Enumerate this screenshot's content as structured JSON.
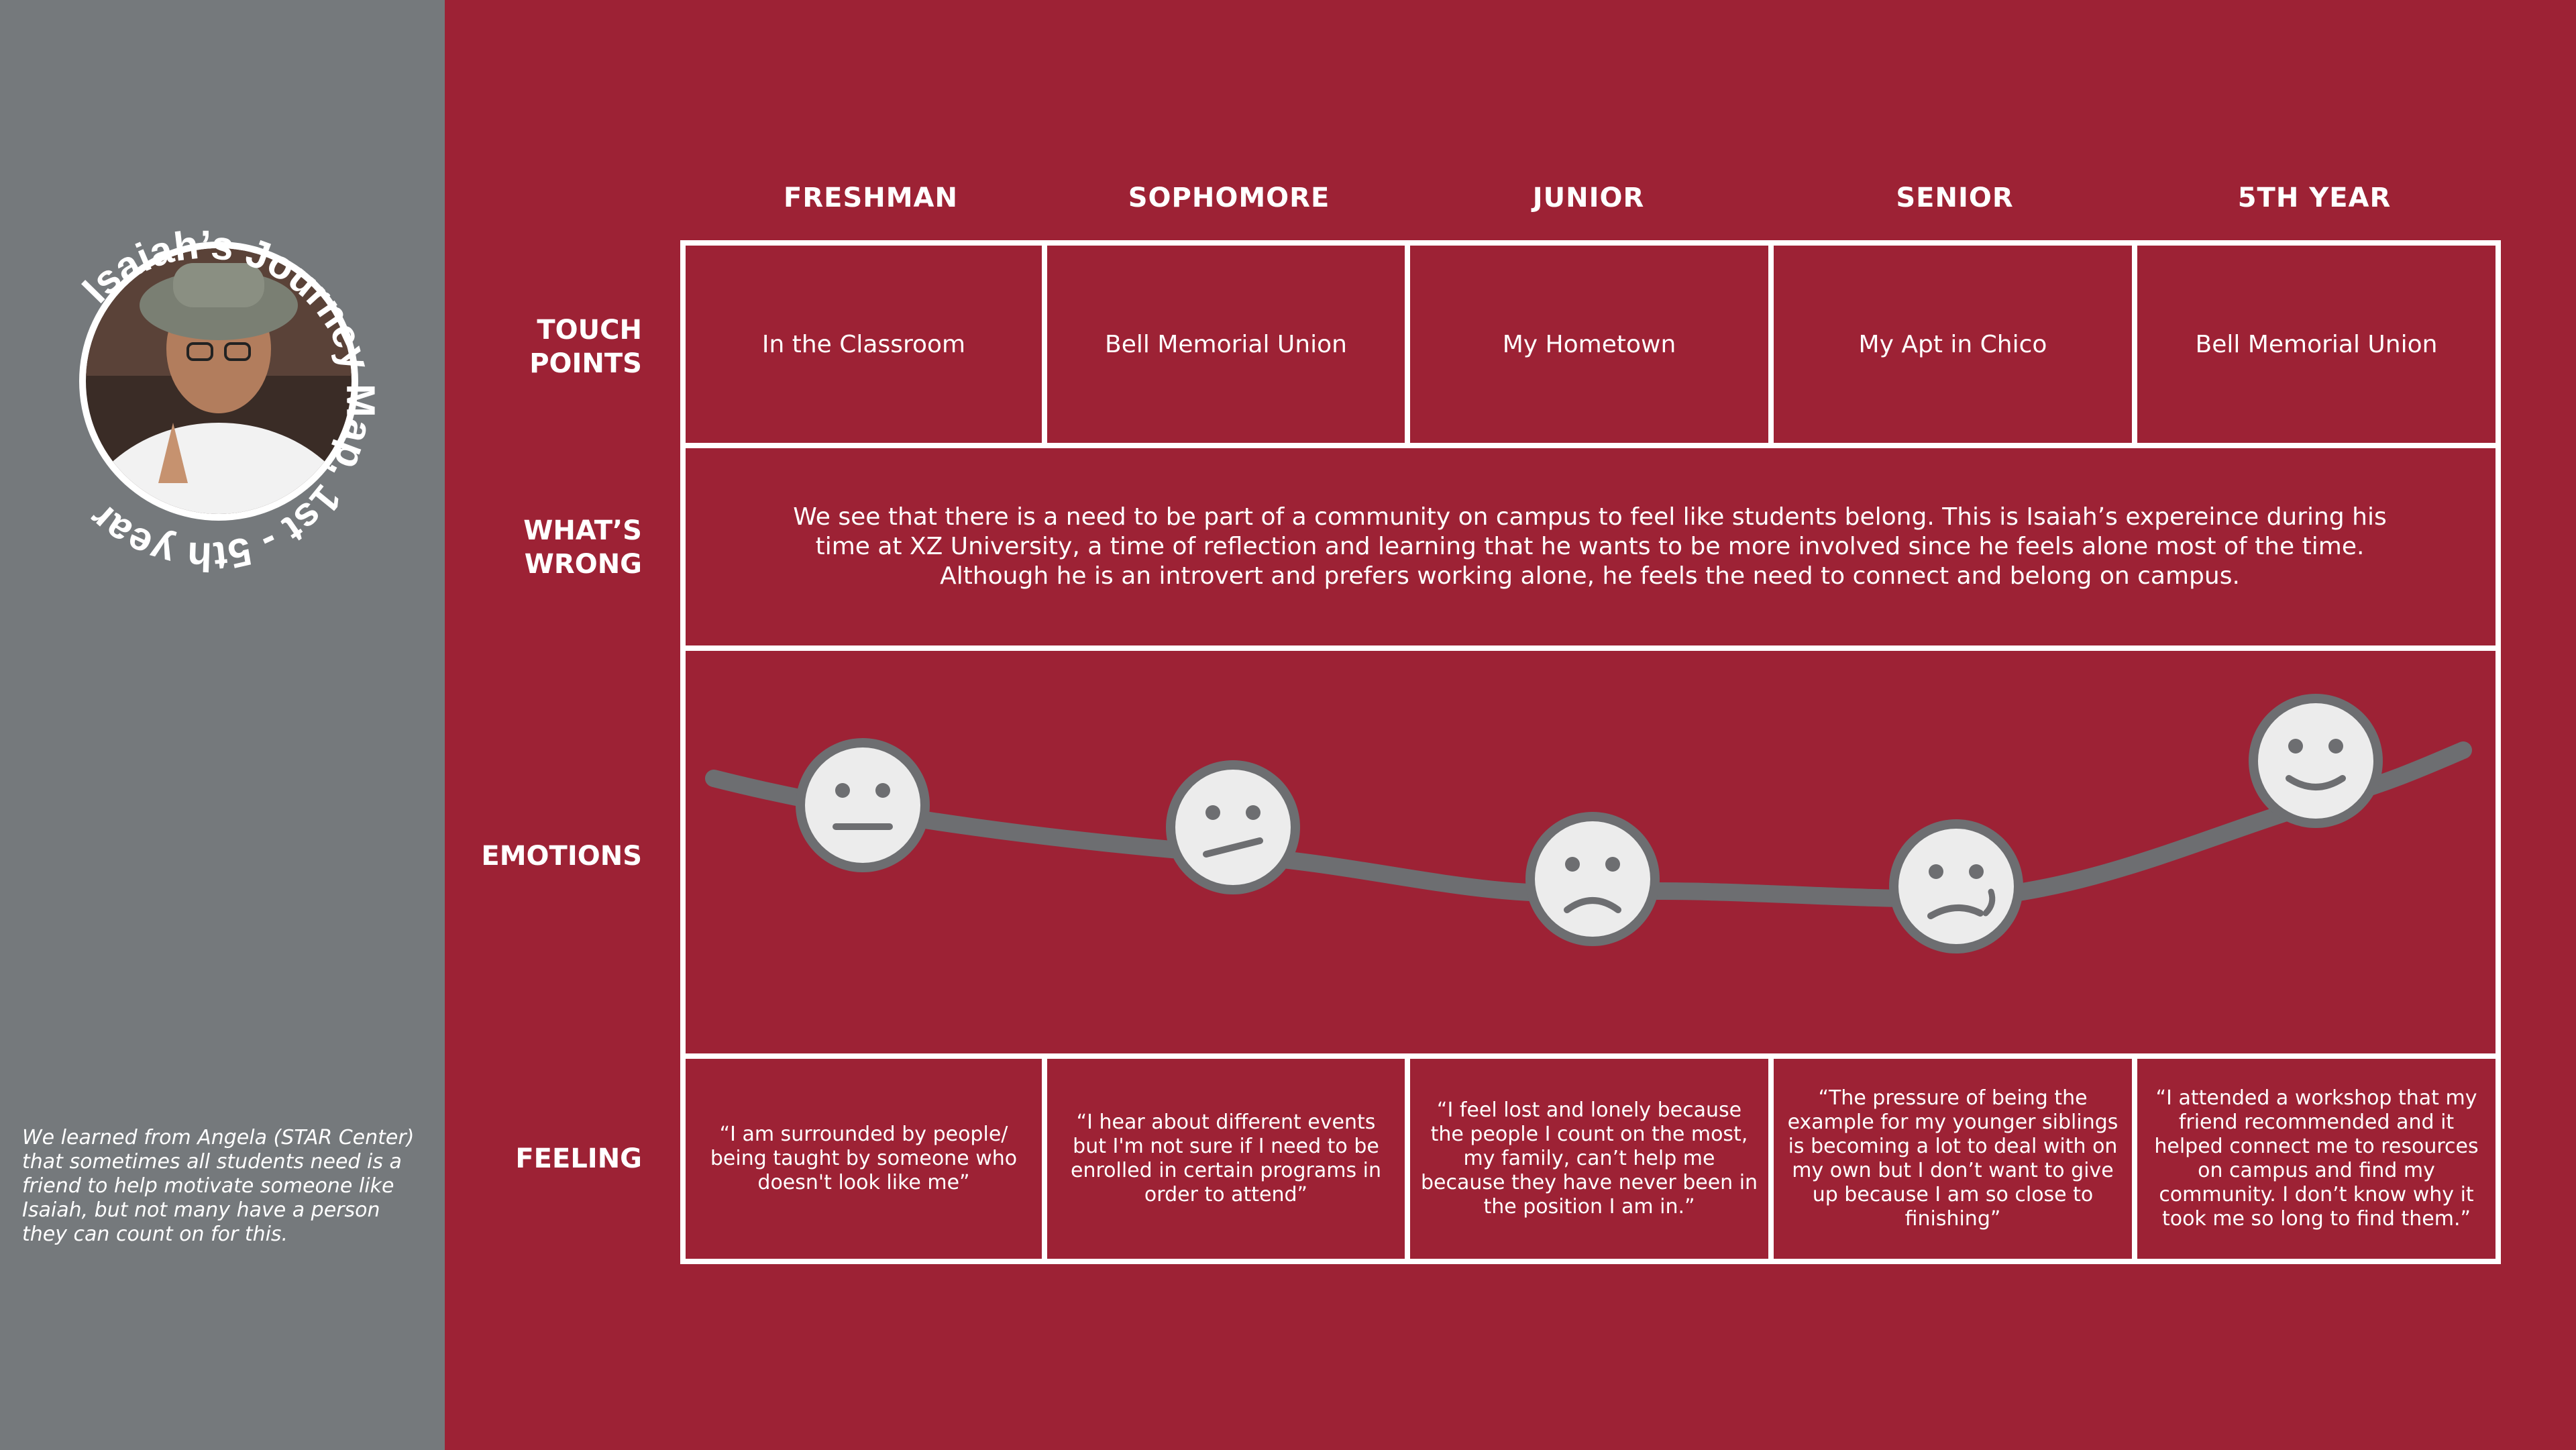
{
  "profile": {
    "title": "Isaiah’s Journey Map, 1st - 5th year",
    "photo": "student-portrait-photo"
  },
  "sidebar": {
    "note": "We learned from Angela (STAR Center) that sometimes all students need is a friend to help motivate someone like Isaiah, but not many have a person they can count on for this."
  },
  "columns": [
    "FRESHMAN",
    "SOPHOMORE",
    "JUNIOR",
    "SENIOR",
    "5TH YEAR"
  ],
  "rows": {
    "touch_points": "TOUCH POINTS",
    "whats_wrong": "WHAT’S WRONG",
    "emotions": "EMOTIONS",
    "feeling": "FEELING"
  },
  "touch_points": [
    "In the Classroom",
    "Bell Memorial Union",
    "My Hometown",
    "My Apt in Chico",
    "Bell Memorial Union"
  ],
  "whats_wrong": "We see that there is a need to be part of a community on campus to feel like students belong. This is Isaiah’s expereince during his time at XZ University, a time of reflection and learning that he wants to be more involved since he feels alone most of the time. Although he is an introvert and prefers working alone, he feels the need to connect and belong on campus.",
  "emotions": [
    {
      "stage": "FRESHMAN",
      "face": "neutral-face-icon",
      "level": 3
    },
    {
      "stage": "SOPHOMORE",
      "face": "unsure-face-icon",
      "level": 2.7
    },
    {
      "stage": "JUNIOR",
      "face": "sad-face-icon",
      "level": 2
    },
    {
      "stage": "SENIOR",
      "face": "worried-face-icon",
      "level": 1.9
    },
    {
      "stage": "5TH YEAR",
      "face": "happy-face-icon",
      "level": 3.6
    }
  ],
  "feelings": [
    "“I am surrounded by people/ being taught by someone who doesn't look like me”",
    "“I hear about different events but I'm not sure if I need to be enrolled in certain programs in order to attend”",
    "“I feel lost and lonely because the people I count on the most, my family, can’t help me because they have never been in the position I am in.”",
    "“The pressure of being the example for my younger siblings is becoming a lot to deal with on my own but I don’t want to give up because I am so close to finishing”",
    "“I attended a workshop that my friend recommended and it helped connect me to resources on campus and find my community. I don’t know why it took me so long to find them.”"
  ],
  "colors": {
    "background": "#9d2235",
    "sidebar": "#75797c",
    "grid_lines": "#ffffff",
    "curve": "#6d6e71",
    "face": "#ececec"
  }
}
